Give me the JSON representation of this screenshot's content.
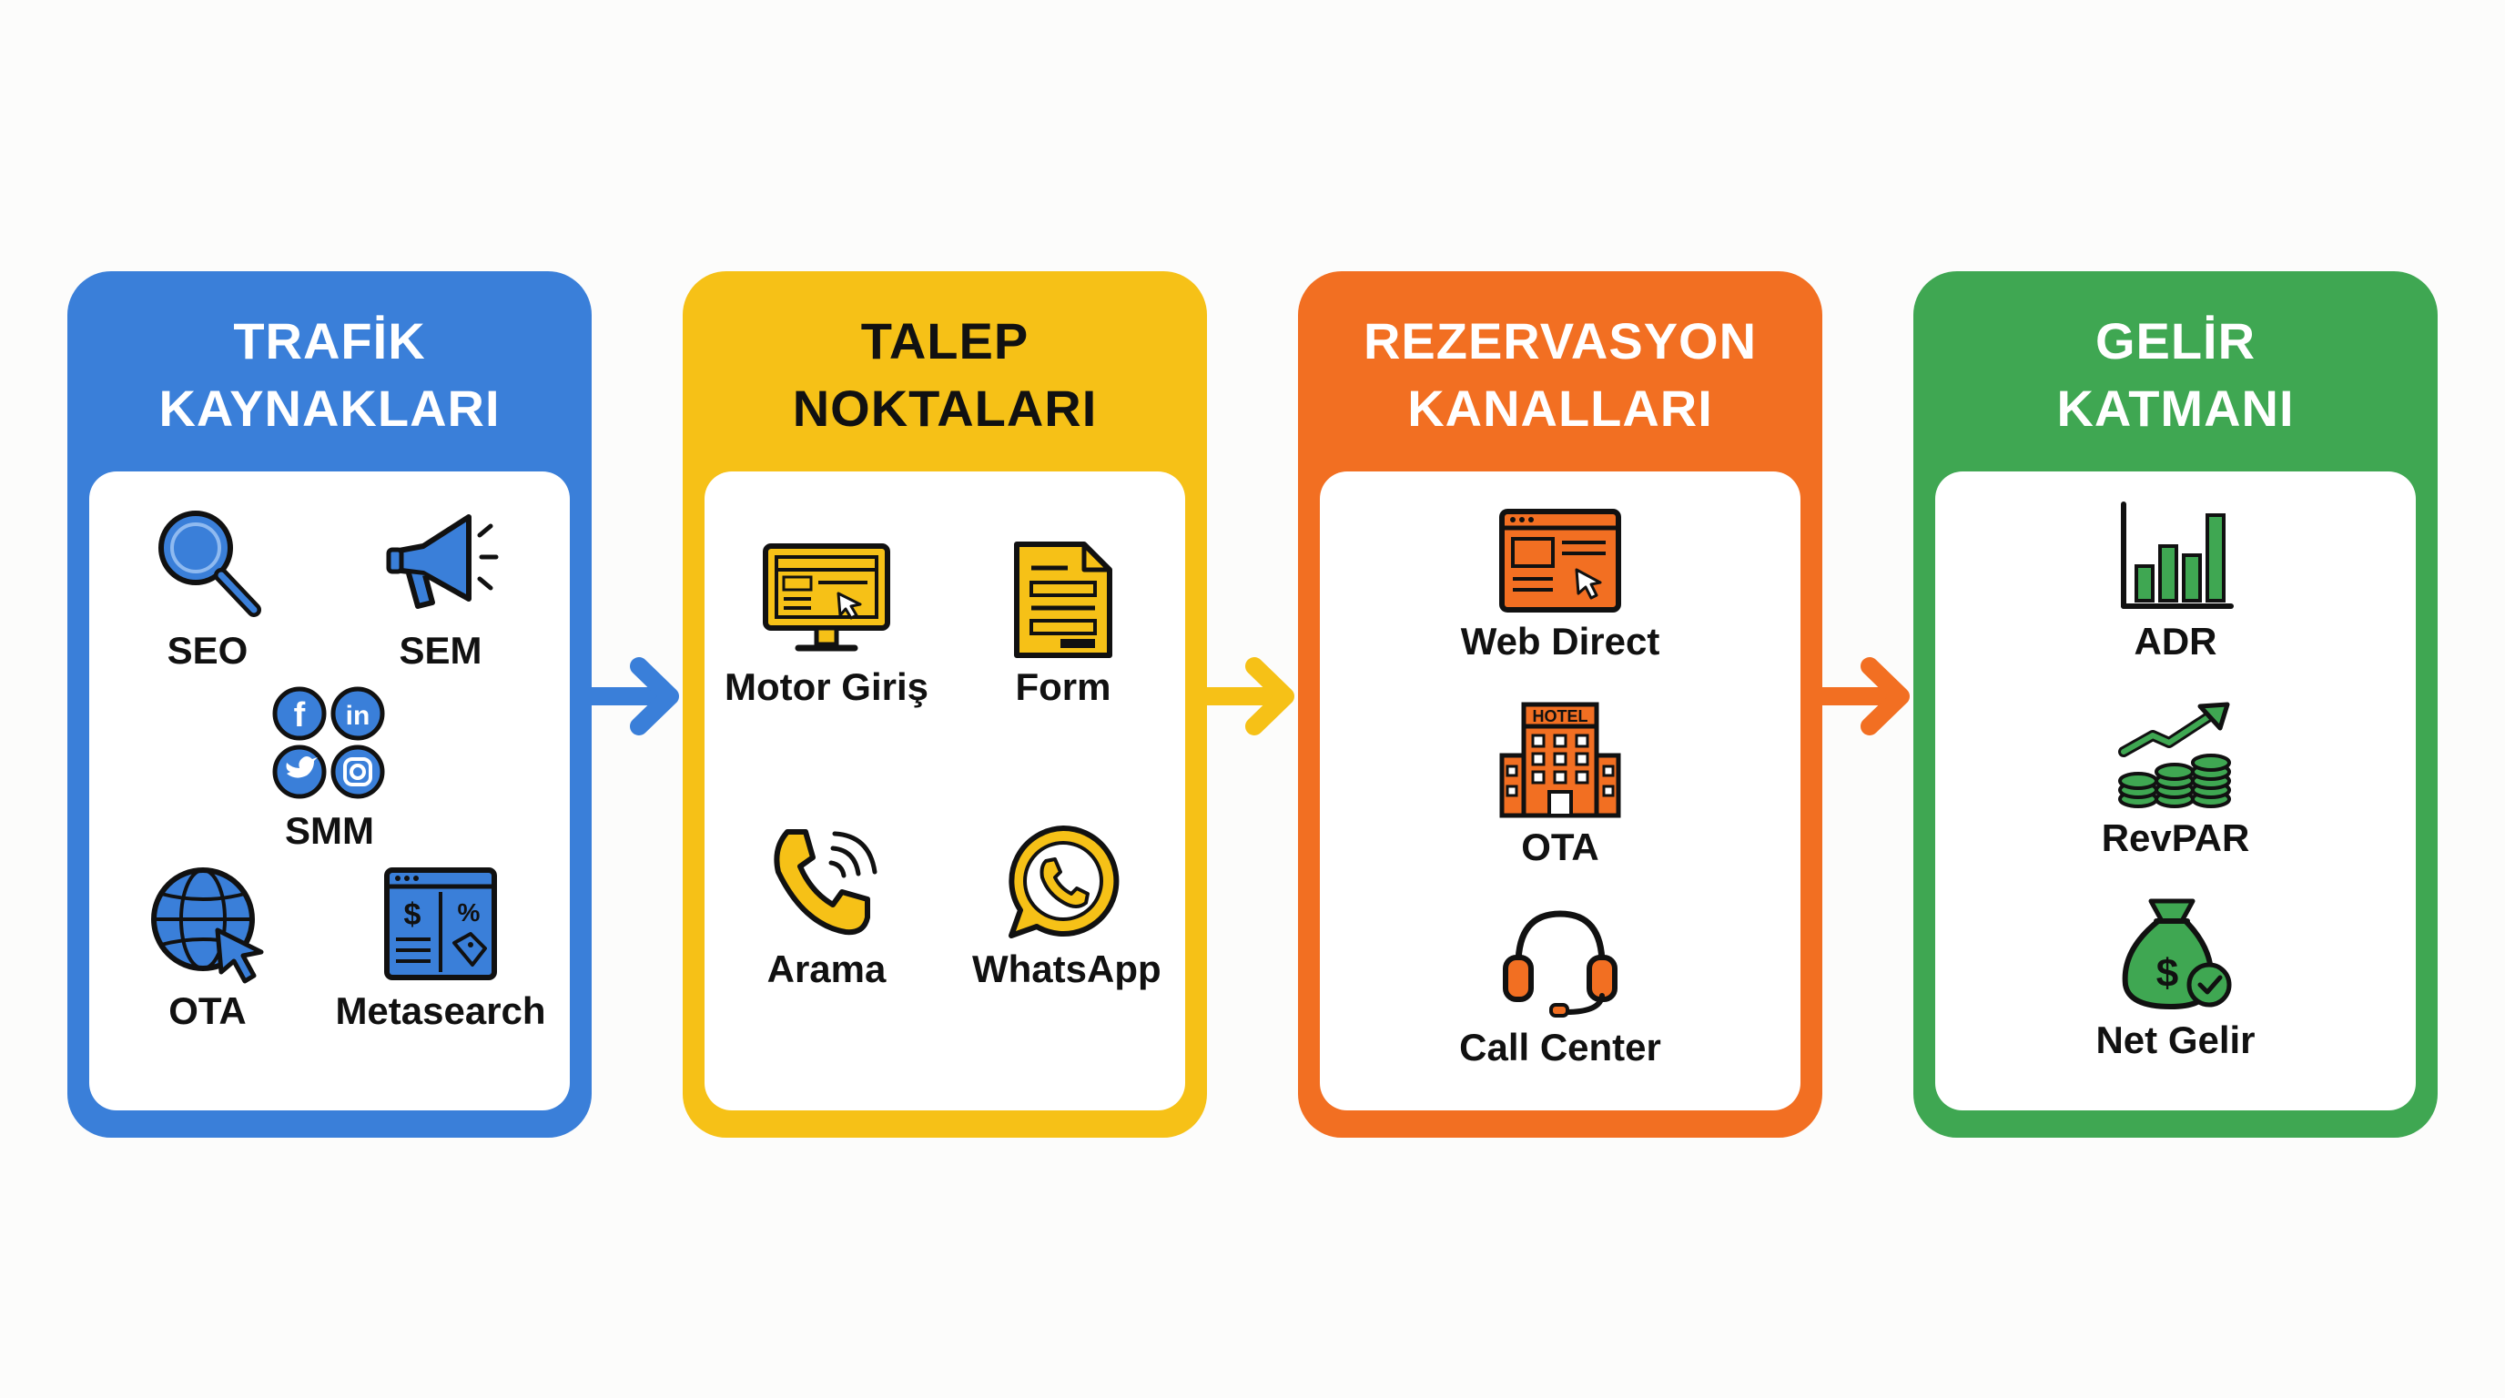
{
  "colors": {
    "traffic": "#3a7fd9",
    "demand": "#f6c117",
    "booking": "#f26f22",
    "revenue": "#3fa752"
  },
  "columns": [
    {
      "key": "traffic",
      "title": "TRAFİK\nKAYNAKLARI",
      "items": [
        {
          "label": "SEO",
          "icon": "magnifier-icon"
        },
        {
          "label": "SEM",
          "icon": "megaphone-icon"
        },
        {
          "label": "SMM",
          "icon": "social-media-icon"
        },
        {
          "label": "OTA",
          "icon": "globe-cursor-icon"
        },
        {
          "label": "Metasearch",
          "icon": "price-compare-icon"
        }
      ]
    },
    {
      "key": "demand",
      "title": "TALEP\nNOKTALARI",
      "items": [
        {
          "label": "Motor Giriş",
          "icon": "booking-engine-monitor-icon"
        },
        {
          "label": "Form",
          "icon": "form-document-icon"
        },
        {
          "label": "Arama",
          "icon": "phone-call-icon"
        },
        {
          "label": "WhatsApp",
          "icon": "whatsapp-icon"
        }
      ]
    },
    {
      "key": "booking",
      "title": "REZERVASYON\nKANALLARI",
      "items": [
        {
          "label": "Web Direct",
          "icon": "browser-window-icon"
        },
        {
          "label": "OTA",
          "icon": "hotel-building-icon",
          "icon_text": "HOTEL"
        },
        {
          "label": "Call Center",
          "icon": "headset-icon"
        }
      ]
    },
    {
      "key": "revenue",
      "title": "GELİR\nKATMANI",
      "items": [
        {
          "label": "ADR",
          "icon": "bar-chart-icon"
        },
        {
          "label": "RevPAR",
          "icon": "coins-growth-icon"
        },
        {
          "label": "Net Gelir",
          "icon": "money-bag-icon"
        }
      ]
    }
  ]
}
